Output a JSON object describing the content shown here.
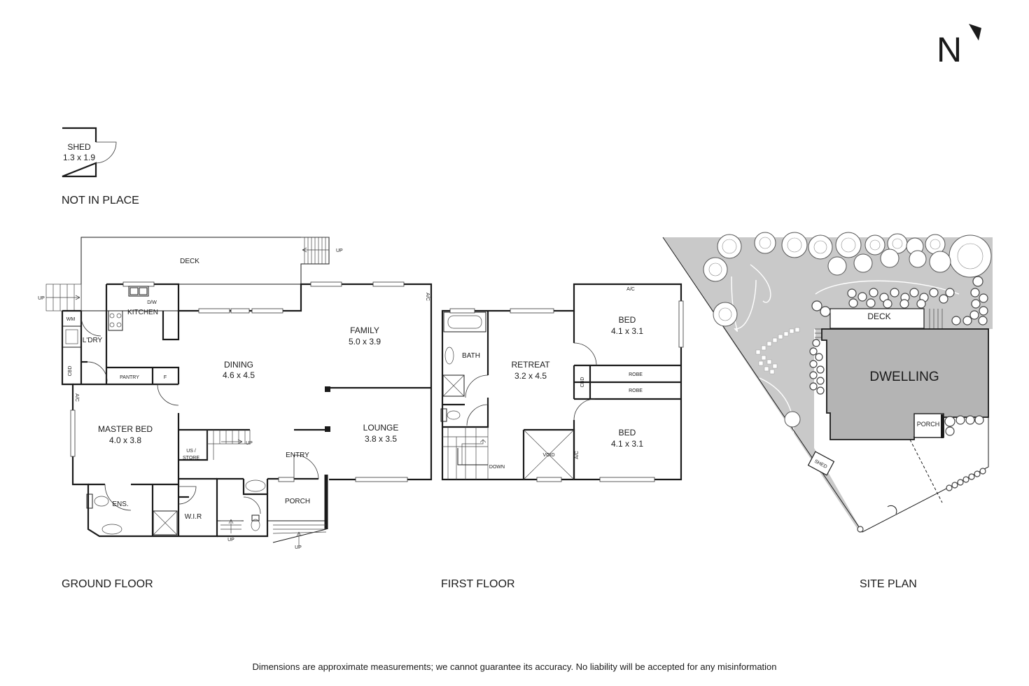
{
  "compass": {
    "letter": "N"
  },
  "shed": {
    "name": "SHED",
    "dims": "1.3 x 1.9",
    "note": "NOT IN PLACE"
  },
  "ground_floor": {
    "title": "GROUND FLOOR",
    "rooms": {
      "deck": "DECK",
      "kitchen": "KITCHEN",
      "dw": "D/W",
      "wm": "WM",
      "laundry": "L'DRY",
      "cbd": "CBD",
      "pantry": "PANTRY",
      "fridge": "F",
      "dining": "DINING",
      "dining_dims": "4.6 x 4.5",
      "family": "FAMILY",
      "family_dims": "5.0 x 3.9",
      "ac": "A/C",
      "master_bed": "MASTER BED",
      "master_bed_dims": "4.0 x 3.8",
      "ac_master": "A/C",
      "us_store": "US /",
      "us_store2": "STORE",
      "lounge": "LOUNGE",
      "lounge_dims": "3.8 x 3.5",
      "entry": "ENTRY",
      "porch": "PORCH",
      "ens": "ENS.",
      "wir": "W.I.R",
      "up_deck": "UP",
      "up_left": "UP",
      "up_stair": "UP",
      "up_bottom": "UP",
      "up_porch": "UP"
    }
  },
  "first_floor": {
    "title": "FIRST FLOOR",
    "rooms": {
      "bath": "BATH",
      "retreat": "RETREAT",
      "retreat_dims": "3.2 x 4.5",
      "bed1": "BED",
      "bed1_dims": "4.1 x 3.1",
      "ac_top": "A/C",
      "robe1": "ROBE",
      "robe2": "ROBE",
      "cbd": "CBD",
      "bed2": "BED",
      "bed2_dims": "4.1 x 3.1",
      "ac_bottom": "A/C",
      "void": "VOID",
      "down": "DOWN"
    }
  },
  "site_plan": {
    "title": "SITE PLAN",
    "dwelling": "DWELLING",
    "deck": "DECK",
    "porch": "PORCH",
    "shed": "SHED"
  },
  "disclaimer": "Dimensions are approximate measurements; we cannot guarantee its accuracy. No liability will be accepted for any misinformation"
}
